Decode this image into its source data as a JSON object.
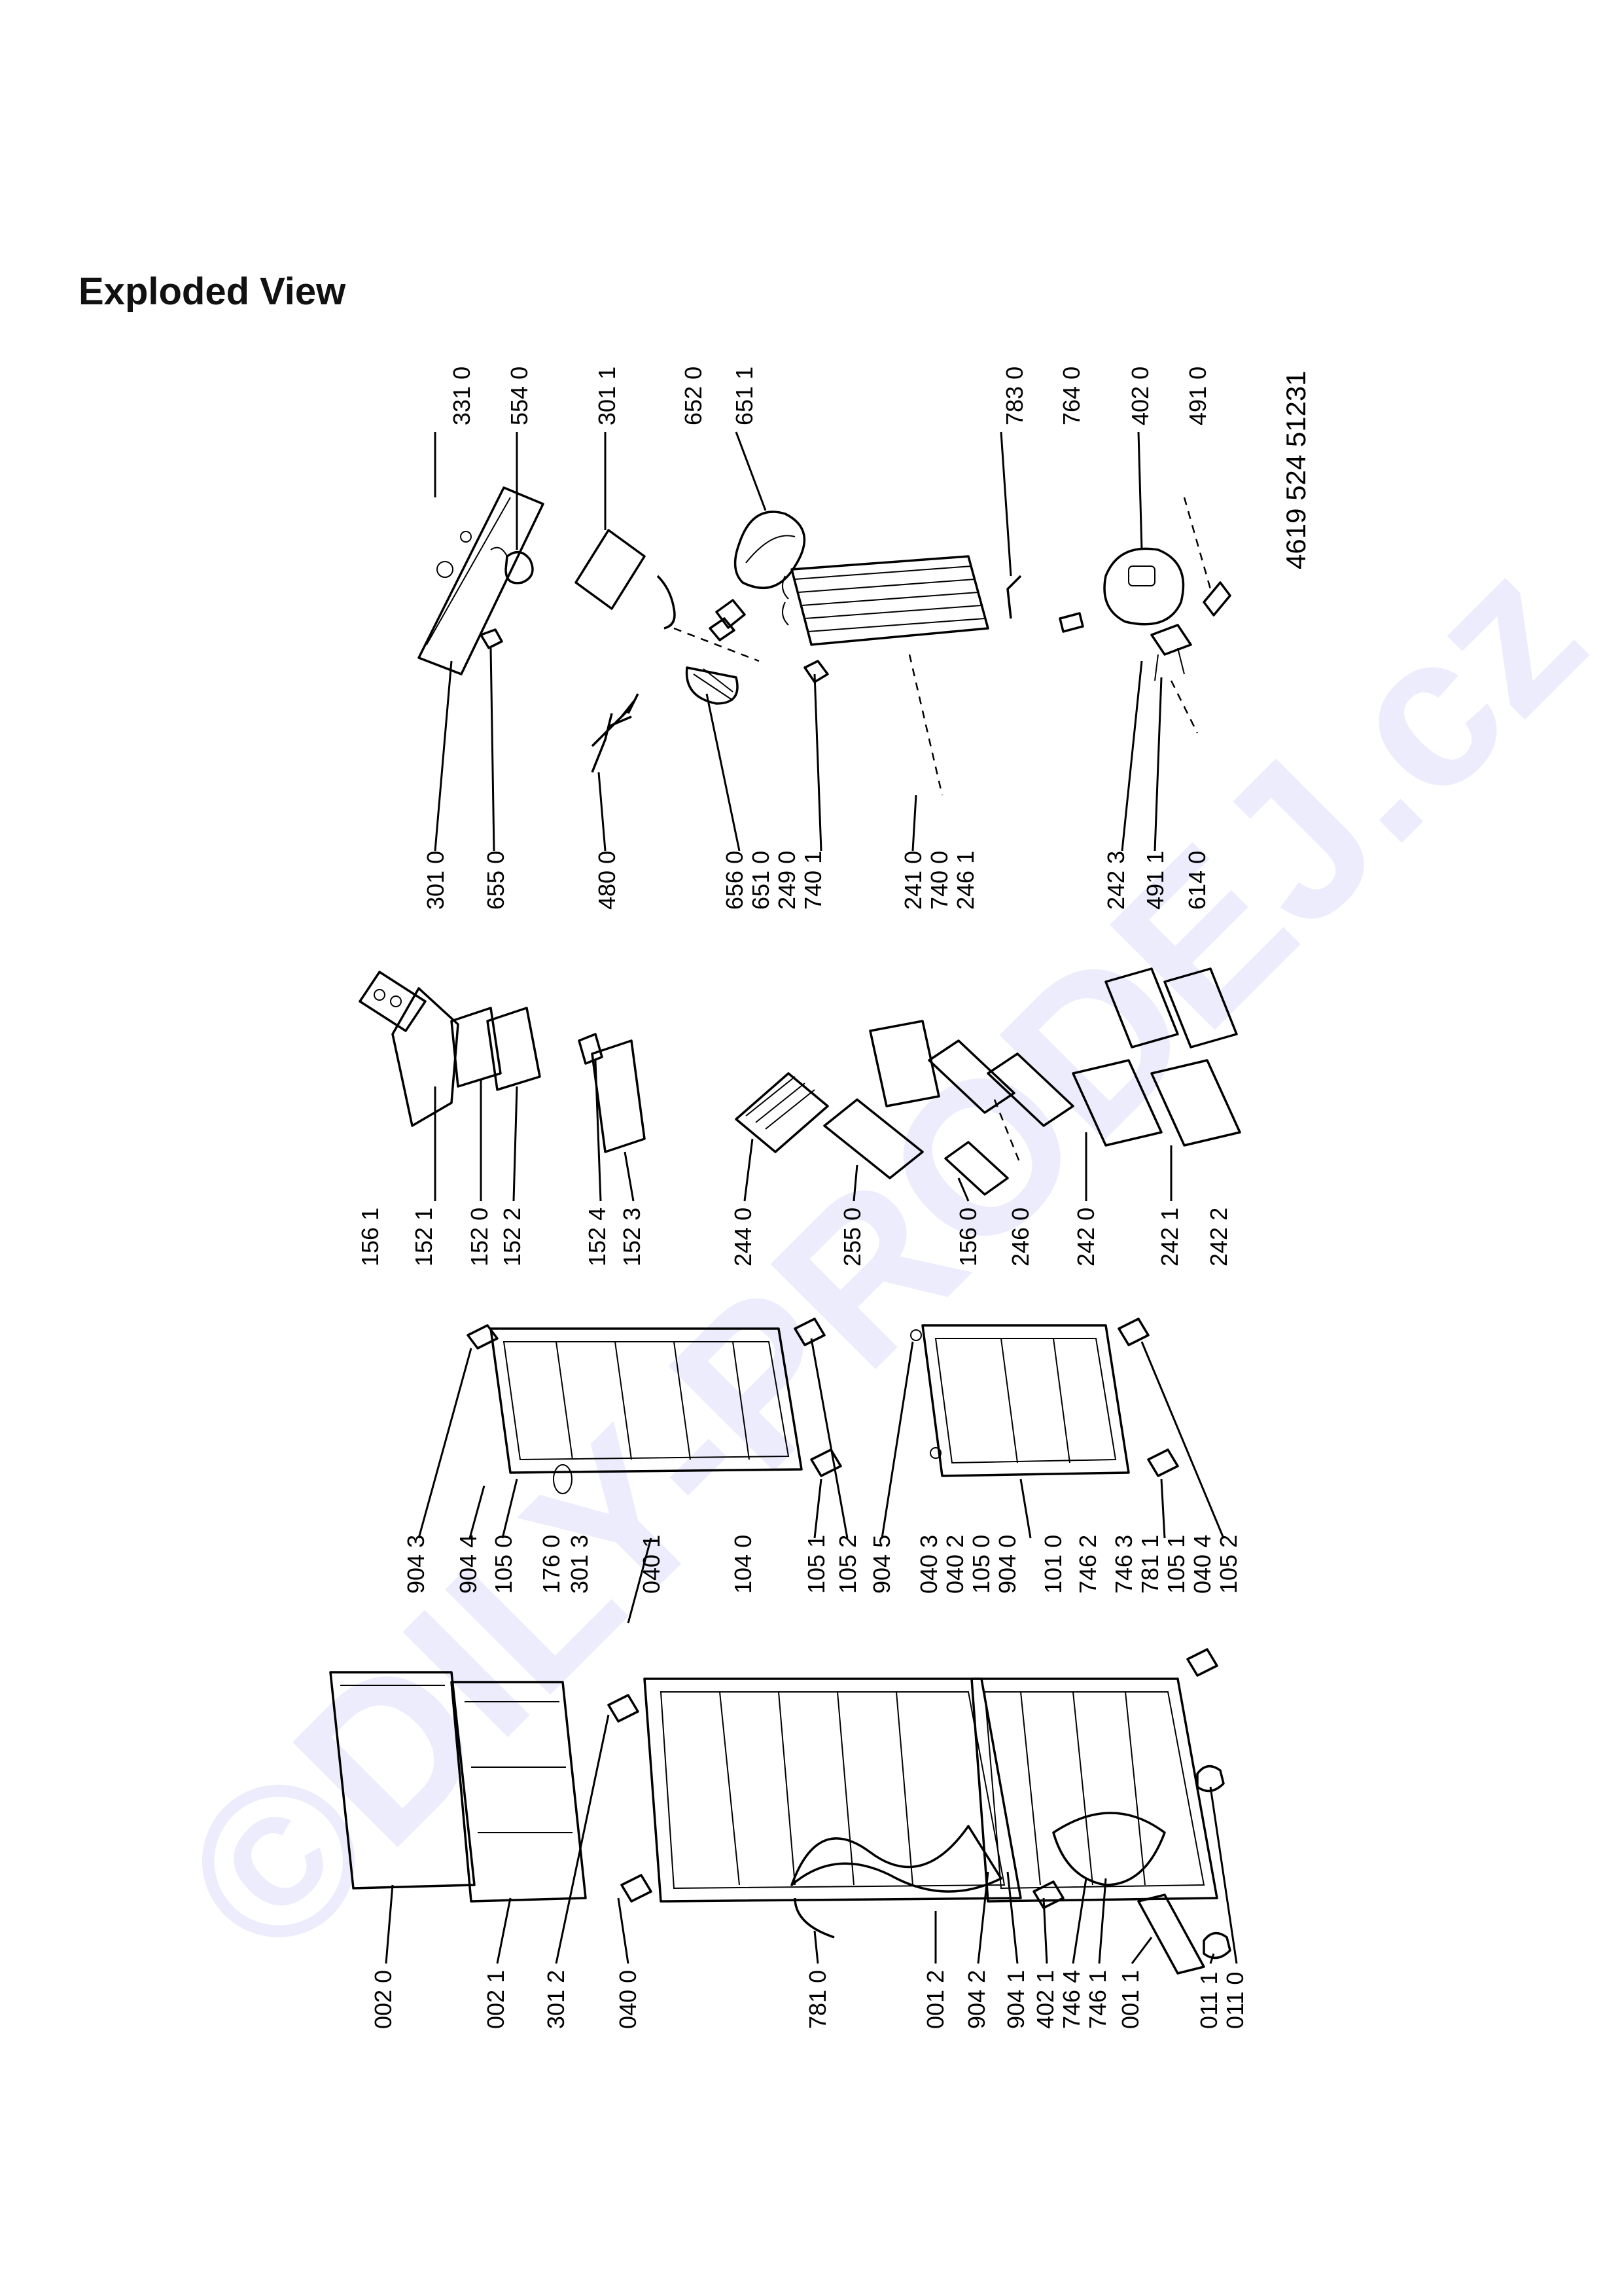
{
  "title": "Exploded View",
  "watermark": "©DILY-PRODEJ.cz",
  "drawing_code": "4619 524 51231",
  "groups": {
    "right_column": {
      "top": [
        "331 0",
        "554 0",
        "301 1",
        "652 0",
        "651 1",
        "783 0",
        "764 0",
        "402 0",
        "491 0"
      ],
      "bottom": [
        "301 0",
        "655 0",
        "480 0",
        "656 0",
        "651 0",
        "249 0",
        "740 1",
        "241 0",
        "740 0",
        "246 1",
        "242 3",
        "491 1",
        "614 0"
      ]
    },
    "mid_column": [
      "156 1",
      "152 1",
      "152 0",
      "152 2",
      "152 4",
      "152 3",
      "244 0",
      "255 0",
      "156 0",
      "246 0",
      "242 0",
      "242 1",
      "242 2"
    ],
    "doors": [
      "904 3",
      "904 4",
      "105 0",
      "176 0",
      "301 3",
      "040 1",
      "104 0",
      "105 1",
      "105 2",
      "904 5",
      "040 3",
      "040 2",
      "105 0",
      "904 0",
      "101 0",
      "746 2",
      "746 3",
      "781 1",
      "105 1",
      "040 4",
      "105 2"
    ],
    "cabinet": [
      "002 0",
      "002 1",
      "301 2",
      "040 0",
      "781 0",
      "001 2",
      "904 2",
      "904 1",
      "402 1",
      "746 4",
      "746 1",
      "001 1",
      "011 1",
      "011 0"
    ]
  }
}
